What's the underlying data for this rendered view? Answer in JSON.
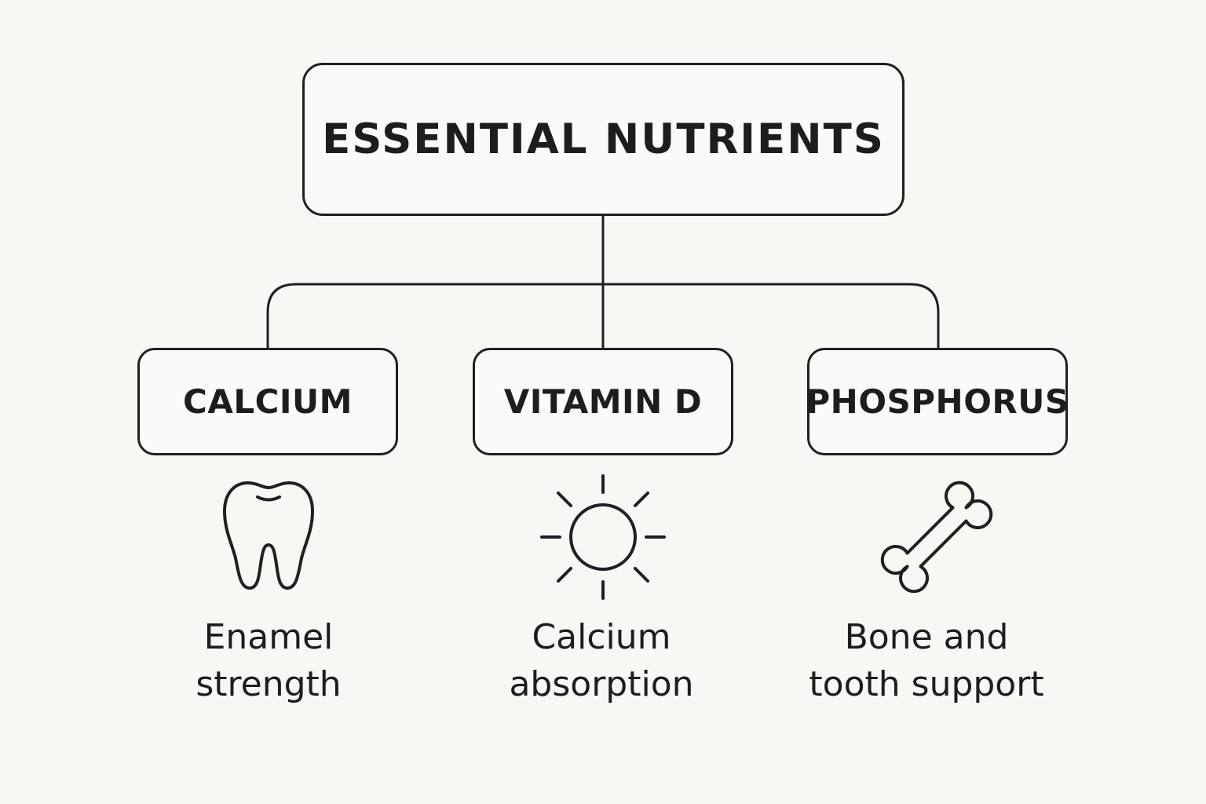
{
  "diagram": {
    "root": {
      "label": "ESSENTIAL NUTRIENTS"
    },
    "children": [
      {
        "label": "CALCIUM",
        "icon": "tooth-icon",
        "caption_lines": [
          "Enamel",
          "strength"
        ]
      },
      {
        "label": "VITAMIN D",
        "icon": "sun-icon",
        "caption_lines": [
          "Calcium",
          "absorption"
        ]
      },
      {
        "label": "PHOSPHORUS",
        "icon": "bone-icon",
        "caption_lines": [
          "Bone and",
          "tooth support"
        ]
      }
    ]
  },
  "colors": {
    "background": "#f8f7f4",
    "stroke": "#1f2023",
    "text": "#1c1d1f"
  }
}
